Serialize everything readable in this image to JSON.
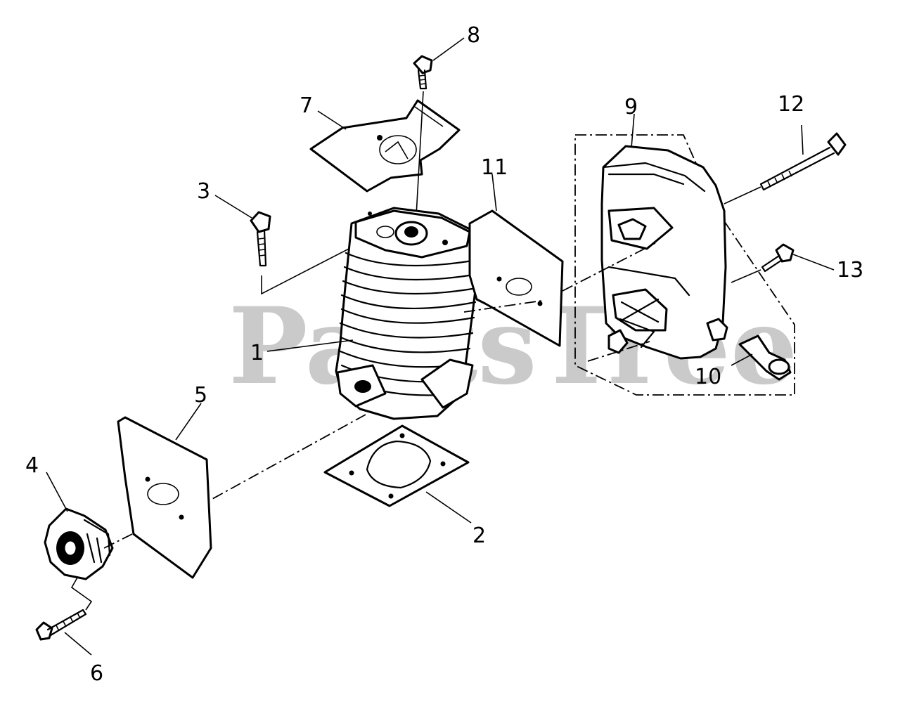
{
  "watermark": "PartsTree",
  "callouts": [
    {
      "id": "1",
      "label": "1"
    },
    {
      "id": "2",
      "label": "2"
    },
    {
      "id": "3",
      "label": "3"
    },
    {
      "id": "4",
      "label": "4"
    },
    {
      "id": "5",
      "label": "5"
    },
    {
      "id": "6",
      "label": "6"
    },
    {
      "id": "7",
      "label": "7"
    },
    {
      "id": "8",
      "label": "8"
    },
    {
      "id": "9",
      "label": "9"
    },
    {
      "id": "10",
      "label": "10"
    },
    {
      "id": "11",
      "label": "11"
    },
    {
      "id": "12",
      "label": "12"
    },
    {
      "id": "13",
      "label": "13"
    }
  ]
}
